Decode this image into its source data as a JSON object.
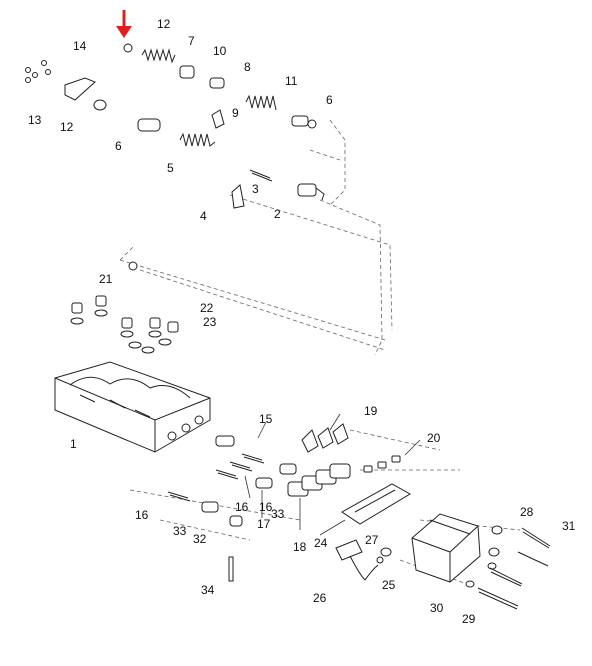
{
  "figure": {
    "callouts": [
      "1",
      "2",
      "3",
      "4",
      "5",
      "6",
      "6",
      "7",
      "8",
      "9",
      "10",
      "11",
      "12",
      "12",
      "13",
      "14",
      "15",
      "16",
      "16",
      "16",
      "17",
      "18",
      "19",
      "20",
      "21",
      "22",
      "23",
      "24",
      "25",
      "26",
      "27",
      "28",
      "29",
      "30",
      "31",
      "32",
      "33",
      "33",
      "34"
    ]
  },
  "indicator": {
    "icon": "red-down-arrow-icon",
    "color": "#e02020"
  }
}
